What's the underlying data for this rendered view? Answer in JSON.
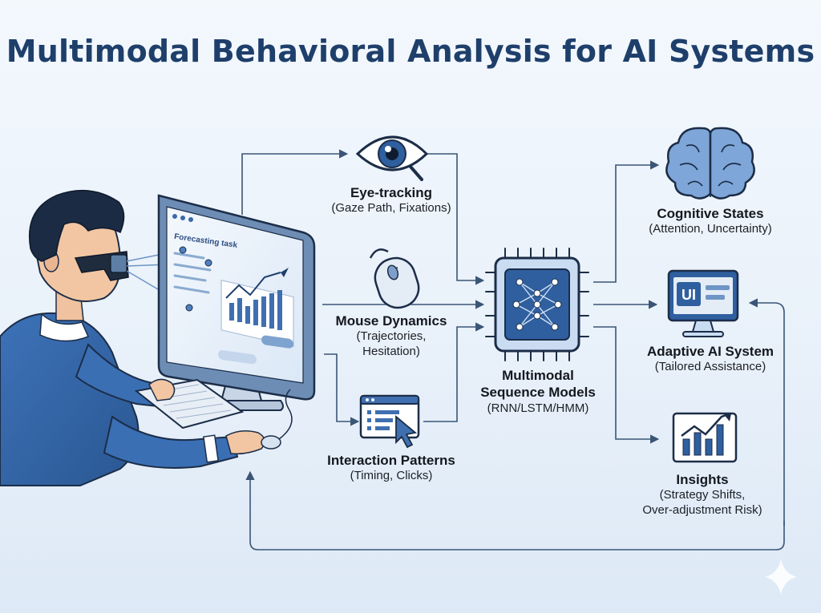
{
  "title": "Multimodal Behavioral Analysis for AI Systems",
  "colors": {
    "primary": "#2f5f9f",
    "dark": "#1f3f6b",
    "light": "#c9dcf2",
    "arrow": "#3a5576"
  },
  "monitor": {
    "task_label": "Forecasting task"
  },
  "inputs": {
    "eye": {
      "title": "Eye-tracking",
      "sub": "(Gaze Path, Fixations)",
      "icon": "eye-icon"
    },
    "mouse": {
      "title": "Mouse Dynamics",
      "sub1": "(Trajectories,",
      "sub2": "Hesitation)",
      "icon": "mouse-icon"
    },
    "interaction": {
      "title": "Interaction Patterns",
      "sub": "(Timing, Clicks)",
      "icon": "cursor-window-icon"
    }
  },
  "model": {
    "title1": "Multimodal",
    "title2": "Sequence Models",
    "sub": "(RNN/LSTM/HMM)",
    "icon": "neural-chip-icon"
  },
  "outputs": {
    "cognitive": {
      "title": "Cognitive States",
      "sub": "(Attention, Uncertainty)",
      "icon": "brain-icon"
    },
    "adaptive": {
      "title": "Adaptive AI System",
      "sub": "(Tailored Assistance)",
      "icon": "ui-monitor-icon",
      "ui_text": "UI"
    },
    "insights": {
      "title": "Insights",
      "sub1": "(Strategy Shifts,",
      "sub2": "Over-adjustment Risk)",
      "icon": "chart-icon"
    }
  }
}
